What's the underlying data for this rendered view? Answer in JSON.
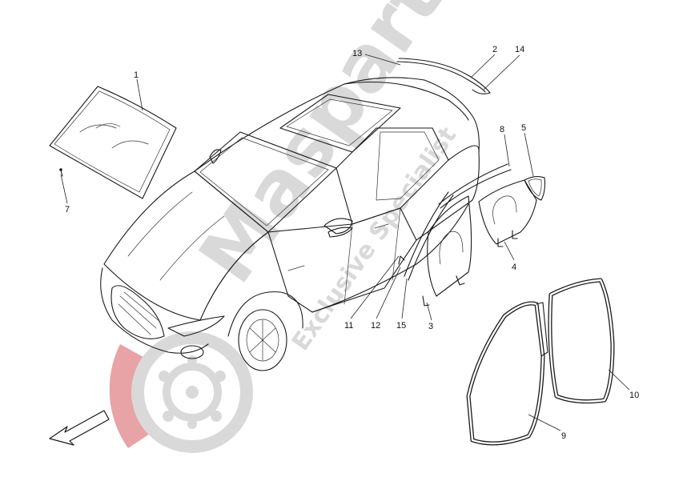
{
  "watermark": {
    "brand": "Masparts",
    "tagline": "Exclusive Specialist",
    "logo_colors": {
      "red": "#e8a3a6",
      "grey": "#d9d9d9"
    }
  },
  "callouts": [
    {
      "id": "1",
      "part": "windshield"
    },
    {
      "id": "2",
      "part": "rear-window-seal"
    },
    {
      "id": "3",
      "part": "front-door-glass"
    },
    {
      "id": "4",
      "part": "rear-door-glass"
    },
    {
      "id": "5",
      "part": "quarter-glass"
    },
    {
      "id": "7",
      "part": "windshield-clip"
    },
    {
      "id": "8",
      "part": "window-channel-trim"
    },
    {
      "id": "9",
      "part": "front-door-seal"
    },
    {
      "id": "10",
      "part": "rear-door-seal"
    },
    {
      "id": "11",
      "part": "door-molding"
    },
    {
      "id": "12",
      "part": "door-weatherstrip"
    },
    {
      "id": "13",
      "part": "rear-window-molding"
    },
    {
      "id": "14",
      "part": "rear-window-trim"
    },
    {
      "id": "15",
      "part": "glass-run-channel"
    }
  ],
  "front_arrow_icon": "arrow-down-left-icon"
}
